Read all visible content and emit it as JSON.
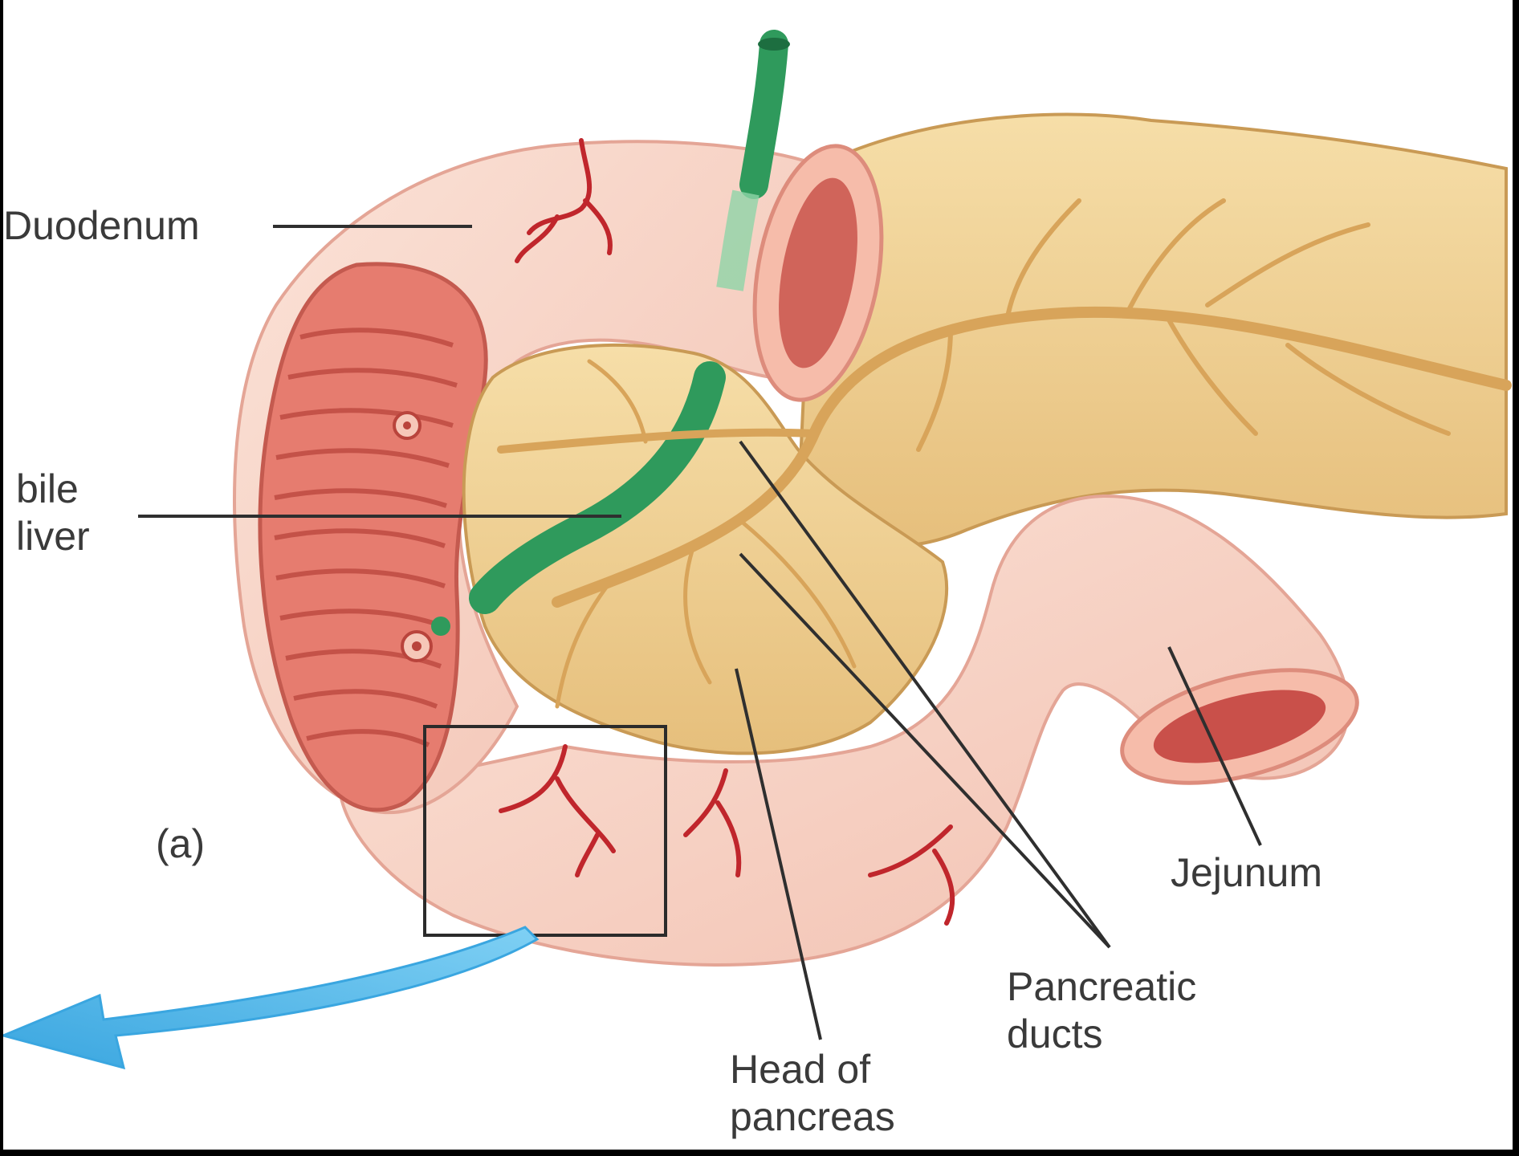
{
  "labels": {
    "duodenum": "Duodenum",
    "bile_line1": "bile",
    "bile_line2": "liver",
    "panel": "(a)",
    "jejunum": "Jejunum",
    "ducts_line1": "Pancreatic",
    "ducts_line2": "ducts",
    "head_line1": "Head of",
    "head_line2": "pancreas"
  },
  "colors": {
    "background": "#ffffff",
    "pancreas": "#efcf8e",
    "pancreatic_duct": "#d8a45a",
    "intestine_outer": "#f8d2c4",
    "intestine_lumen": "#dc6f63",
    "bile_duct": "#2f9a5c",
    "blood_vessel": "#c0262c",
    "arrow": "#49b3e6",
    "leader_line": "#2f2f2f"
  },
  "icons": [
    "curved-arrow-icon"
  ]
}
